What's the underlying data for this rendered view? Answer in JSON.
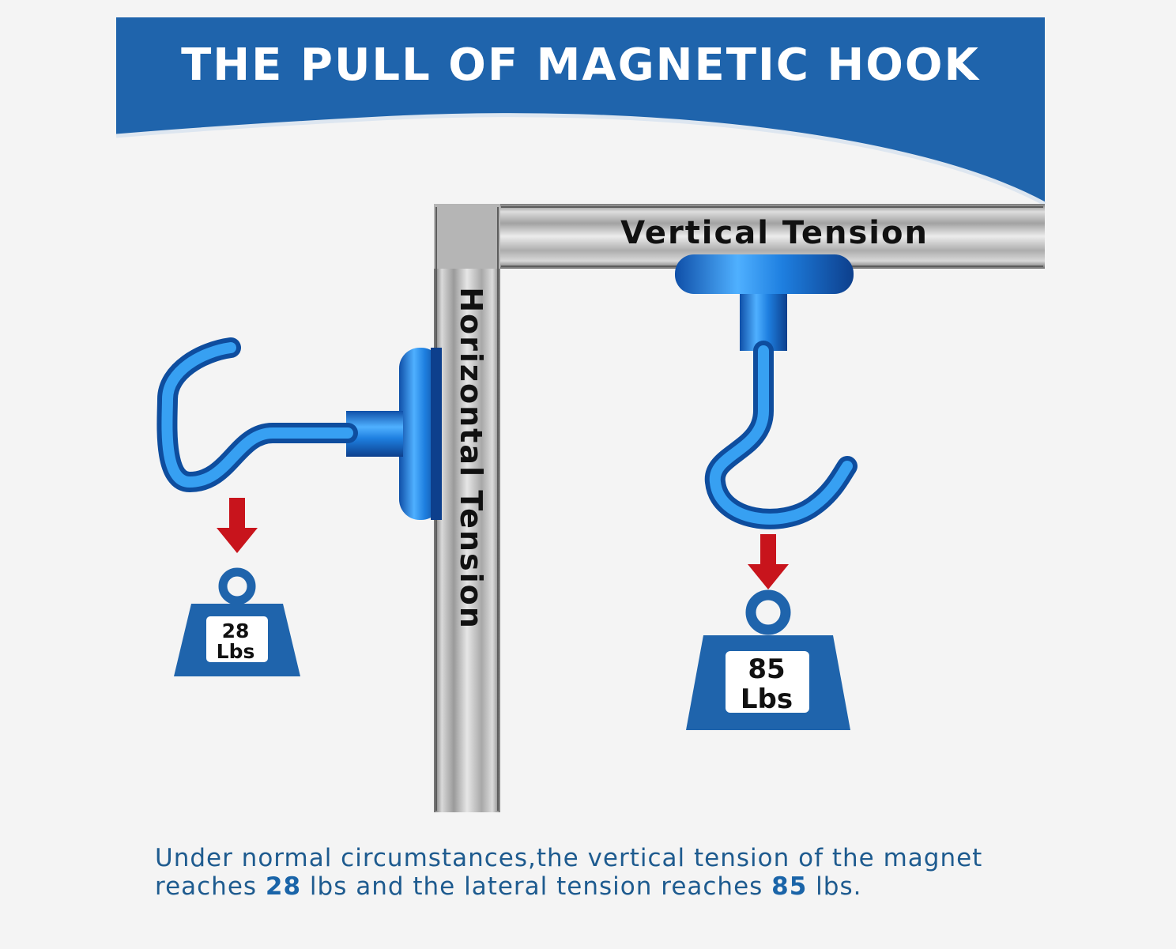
{
  "banner": {
    "title": "THE PULL OF MAGNETIC HOOK",
    "color": "#1f64ac"
  },
  "labels": {
    "vertical": "Vertical Tension",
    "horizontal": "Horizontal Tension"
  },
  "weights": {
    "horizontal": {
      "value": "28",
      "unit": "Lbs"
    },
    "vertical": {
      "value": "85",
      "unit": "Lbs"
    }
  },
  "caption": {
    "part1": "Under normal circumstances,the vertical tension of the magnet reaches ",
    "value1": "28",
    "part2": " lbs and the lateral tension reaches ",
    "value2": "85",
    "part3": " lbs."
  },
  "icons": [
    "magnet-hook-icon",
    "down-arrow-icon",
    "weight-icon"
  ],
  "colors": {
    "accent": "#1f64ac",
    "arrow": "#c8141c",
    "hook": "#1d86e0",
    "steel": "#b8b8b8"
  }
}
